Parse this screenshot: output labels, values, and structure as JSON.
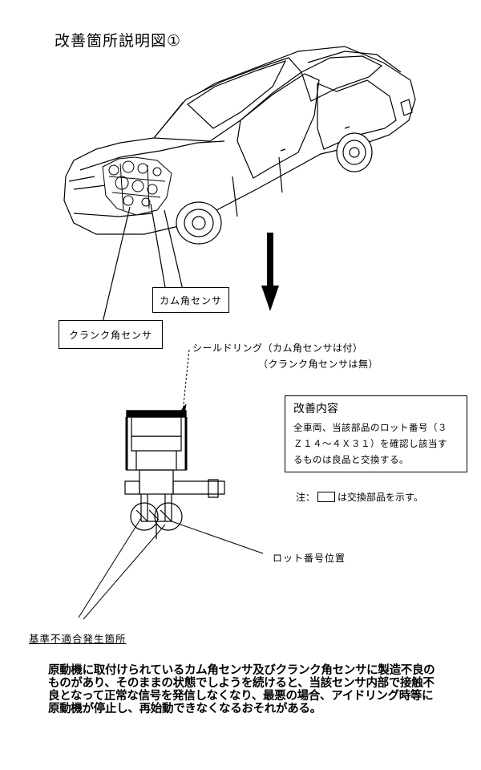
{
  "title": "改善箇所説明図①",
  "labels": {
    "cam_sensor": "カム角センサ",
    "crank_sensor": "クランク角センサ",
    "seal_ring": "シールドリング（カム角センサは付）",
    "seal_ring_note": "（クランク角センサは無）",
    "lot_position": "ロット番号位置",
    "defect_location": "基準不適合発生箇所"
  },
  "improvement": {
    "heading": "改善内容",
    "lines": [
      "全車両、当該部品のロット番号（３",
      "Ｚ１４～４Ｘ３１）を確認し該当す",
      "るものは良品と交換する。"
    ]
  },
  "note": {
    "prefix": "注：",
    "suffix": "は交換部品を示す。"
  },
  "description": "原動機に取付けられているカム角センサ及びクランク角センサに製造不良のものがあり、そのままの状態でしようを続けると、当該センサ内部で接触不良となって正常な信号を発信しなくなり、最悪の場合、アイドリング時等に原動機が停止し、再始動できなくなるおそれがある。"
}
